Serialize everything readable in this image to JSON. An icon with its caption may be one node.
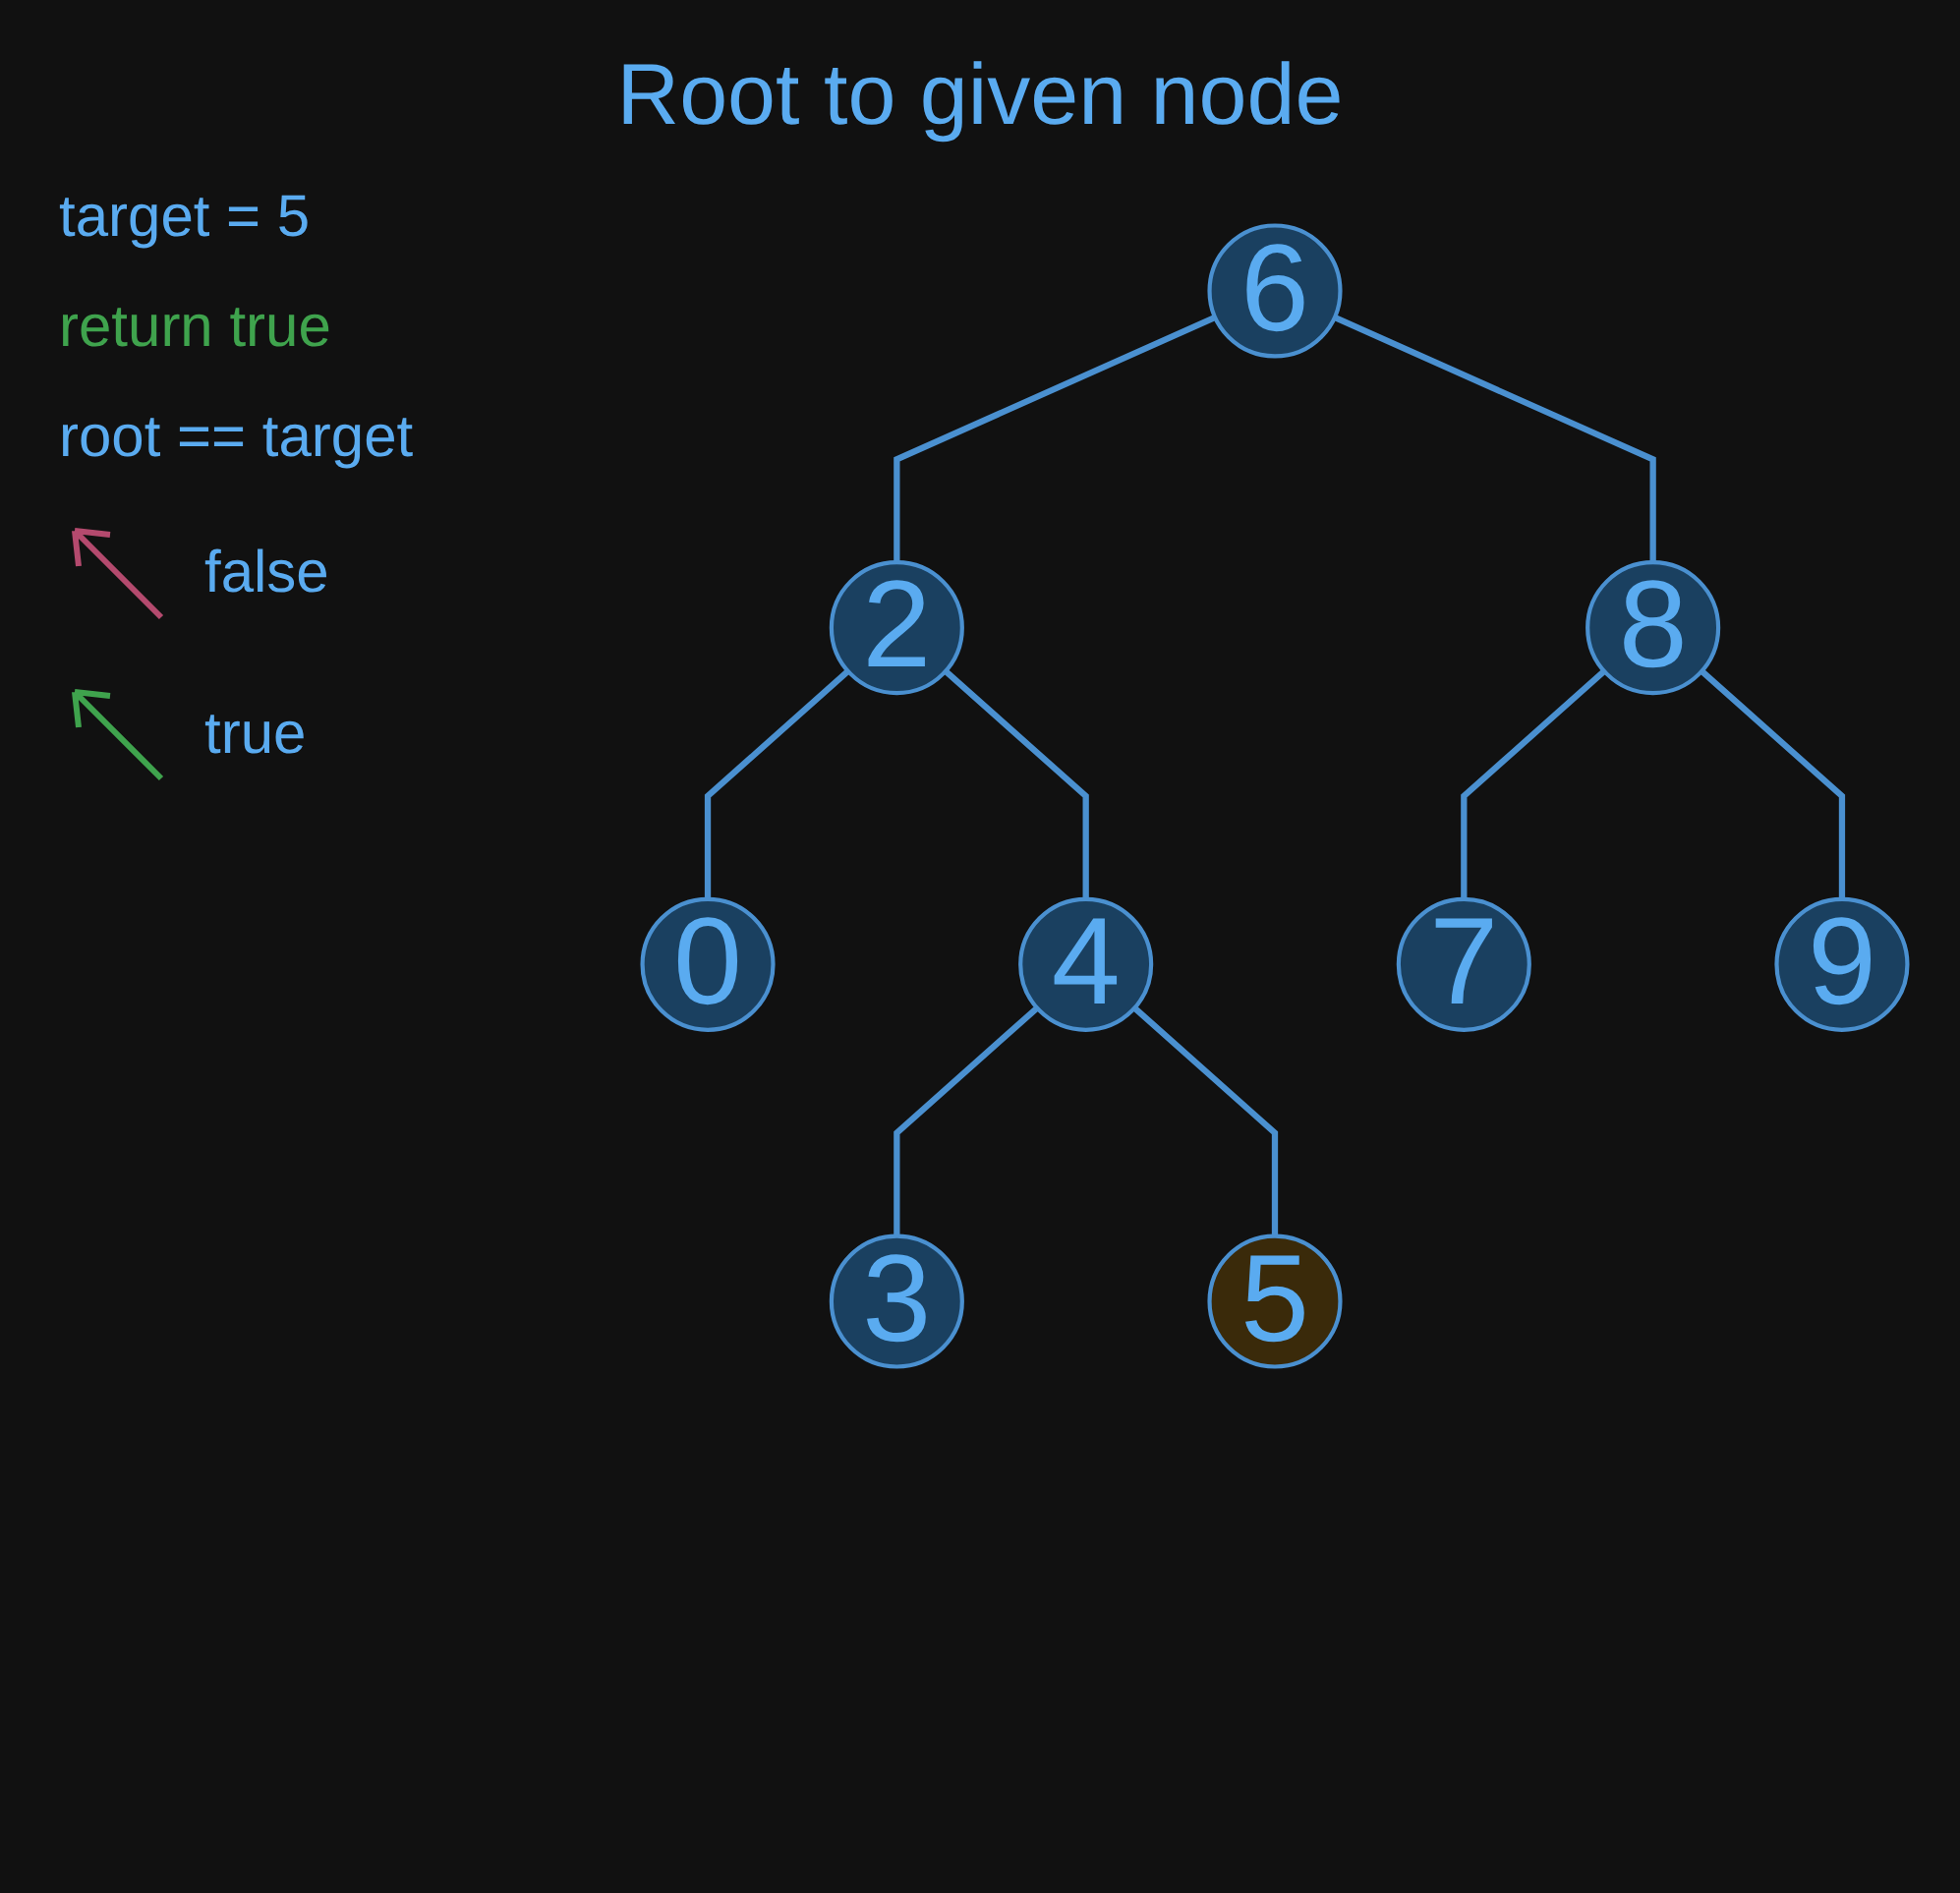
{
  "diagram": {
    "title": "Root to given node",
    "nodes": [
      {
        "text": [
          "6"
        ]
      },
      {
        "text": [
          "2"
        ]
      },
      {
        "text": [
          "8"
        ]
      },
      {
        "text": [
          "0"
        ]
      },
      {
        "text": [
          "4"
        ]
      },
      {
        "text": [
          "7"
        ]
      },
      {
        "text": [
          "9"
        ]
      },
      {
        "text": [
          "3"
        ]
      },
      {
        "text": [
          "5"
        ]
      }
    ],
    "edges": [
      {
        "from": 0,
        "to": 1,
        "arrow": "none"
      },
      {
        "from": 0,
        "to": 2,
        "arrow": "none"
      },
      {
        "from": 1,
        "to": 3,
        "arrow": "none"
      },
      {
        "from": 1,
        "to": 4,
        "arrow": "none"
      },
      {
        "from": 2,
        "to": 5,
        "arrow": "none"
      },
      {
        "from": 2,
        "to": 6,
        "arrow": "none"
      },
      {
        "from": 4,
        "to": 7,
        "arrow": "none"
      },
      {
        "from": 4,
        "to": 8,
        "arrow": "none"
      }
    ],
    "labels": [
      "target = 5",
      "return true",
      "root == target"
    ],
    "legend": [
      {
        "text": "false"
      },
      {
        "text": "true"
      }
    ]
  }
}
